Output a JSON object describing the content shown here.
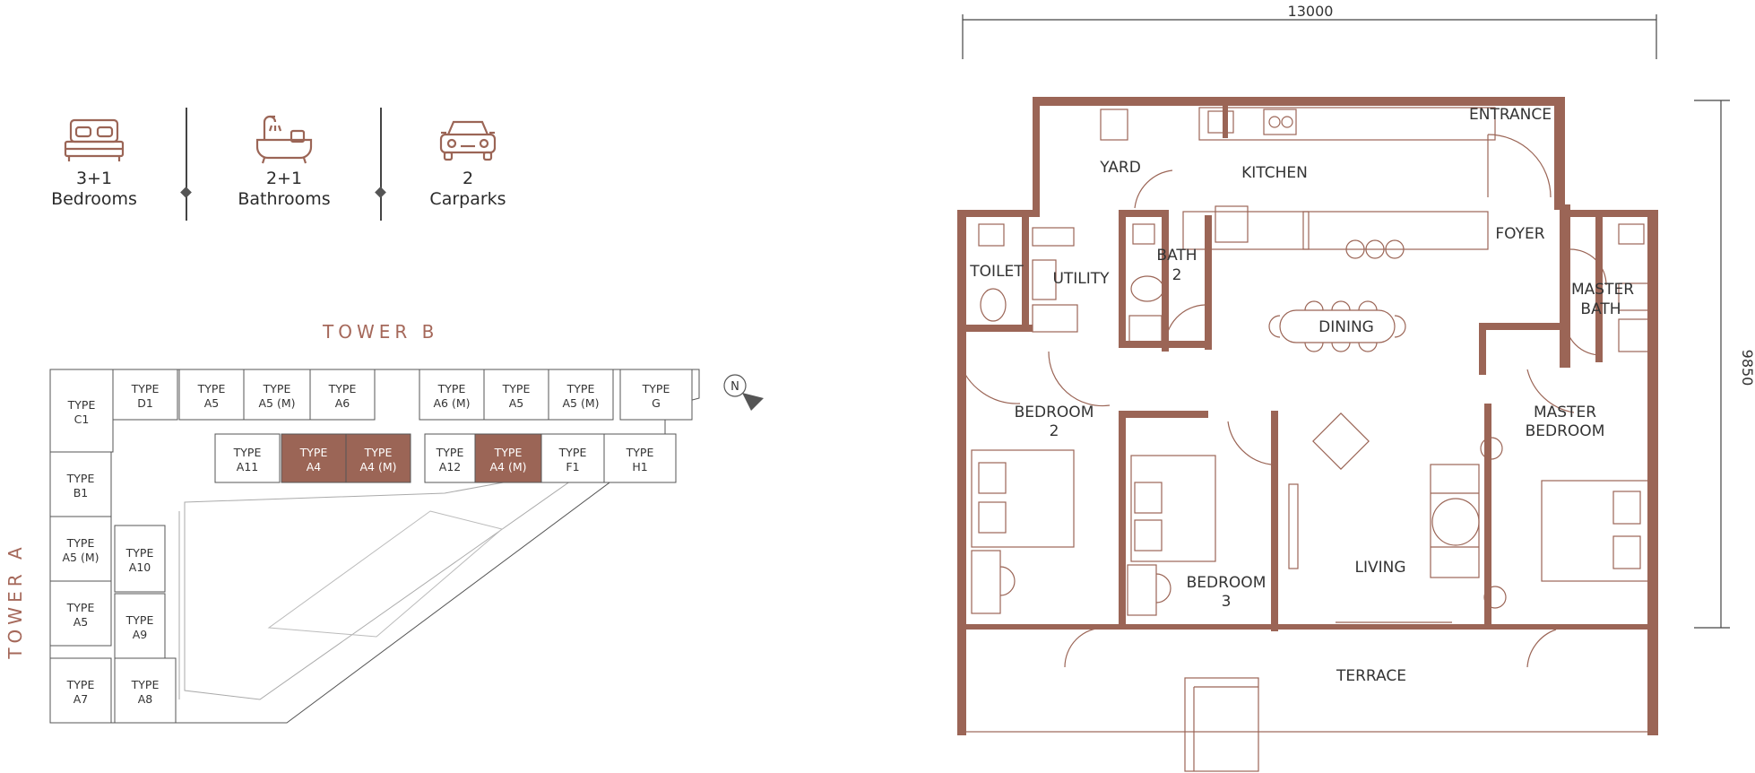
{
  "amenities": [
    {
      "count": "3+1",
      "label": "Bedrooms",
      "icon": "bed-icon"
    },
    {
      "count": "2+1",
      "label": "Bathrooms",
      "icon": "bathtub-icon"
    },
    {
      "count": "2",
      "label": "Carparks",
      "icon": "car-icon"
    }
  ],
  "key_plan": {
    "tower_b": "TOWER B",
    "tower_a": "TOWER A",
    "north": "N",
    "units_top_row": [
      {
        "l1": "TYPE",
        "l2": "D1"
      },
      {
        "l1": "TYPE",
        "l2": "A5"
      },
      {
        "l1": "TYPE",
        "l2": "A5 (M)"
      },
      {
        "l1": "TYPE",
        "l2": "A6"
      },
      {
        "l1": "TYPE",
        "l2": "A6 (M)"
      },
      {
        "l1": "TYPE",
        "l2": "A5"
      },
      {
        "l1": "TYPE",
        "l2": "A5 (M)"
      },
      {
        "l1": "TYPE",
        "l2": "G"
      }
    ],
    "units_second_row": [
      {
        "l1": "TYPE",
        "l2": "A11"
      },
      {
        "l1": "TYPE",
        "l2": "A4"
      },
      {
        "l1": "TYPE",
        "l2": "A4 (M)"
      },
      {
        "l1": "TYPE",
        "l2": "A12"
      },
      {
        "l1": "TYPE",
        "l2": "A4 (M)"
      },
      {
        "l1": "TYPE",
        "l2": "F1"
      },
      {
        "l1": "TYPE",
        "l2": "H1"
      }
    ],
    "units_left_col": [
      {
        "l1": "TYPE",
        "l2": "C1"
      },
      {
        "l1": "TYPE",
        "l2": "B1"
      },
      {
        "l1": "TYPE",
        "l2": "A5 (M)"
      },
      {
        "l1": "TYPE",
        "l2": "A5"
      },
      {
        "l1": "TYPE",
        "l2": "A7"
      }
    ],
    "units_inner_col": [
      {
        "l1": "TYPE",
        "l2": "A10"
      },
      {
        "l1": "TYPE",
        "l2": "A9"
      },
      {
        "l1": "TYPE",
        "l2": "A8"
      }
    ],
    "highlight_color": "#9b6556"
  },
  "floor_plan": {
    "width_dim": "13000",
    "depth_dim": "9850",
    "rooms": {
      "entrance": "ENTRANCE",
      "yard": "YARD",
      "kitchen": "KITCHEN",
      "foyer": "FOYER",
      "toilet": "TOILET",
      "utility": "UTILITY",
      "bath2_l1": "BATH",
      "bath2_l2": "2",
      "dining": "DINING",
      "master_bath_l1": "MASTER",
      "master_bath_l2": "BATH",
      "bedroom2_l1": "BEDROOM",
      "bedroom2_l2": "2",
      "master_bed_l1": "MASTER",
      "master_bed_l2": "BEDROOM",
      "bedroom3_l1": "BEDROOM",
      "bedroom3_l2": "3",
      "living": "LIVING",
      "terrace": "TERRACE"
    },
    "wall_color": "#9b6556"
  }
}
